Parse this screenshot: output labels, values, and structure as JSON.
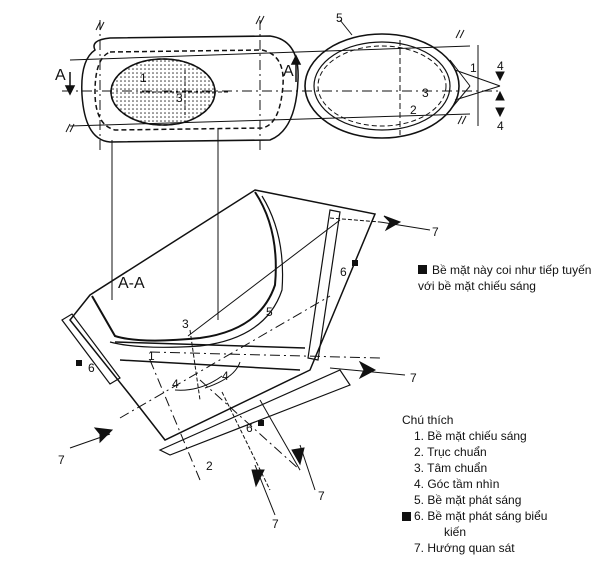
{
  "labels": {
    "section": "A-A",
    "a_left": "A",
    "a_right": "A",
    "n1": "1",
    "n2": "2",
    "n3": "3",
    "n4": "4",
    "n5": "5",
    "n6": "6",
    "n7": "7"
  },
  "note": "Bề mặt này coi như tiếp tuyến với bề mặt chiếu sáng",
  "legend": {
    "title": "Chú thích",
    "items": [
      {
        "text": "1. Bề mặt chiếu sáng"
      },
      {
        "text": "2. Trục chuẩn"
      },
      {
        "text": "3. Tâm chuẩn"
      },
      {
        "text": "4. Góc tầm nhìn"
      },
      {
        "text": "5. Bề mặt phát sáng"
      },
      {
        "text": "6. Bề mặt phát sáng biểu",
        "cont": "kiến",
        "marked": true
      },
      {
        "text": "7. Hướng quan sát"
      }
    ]
  }
}
